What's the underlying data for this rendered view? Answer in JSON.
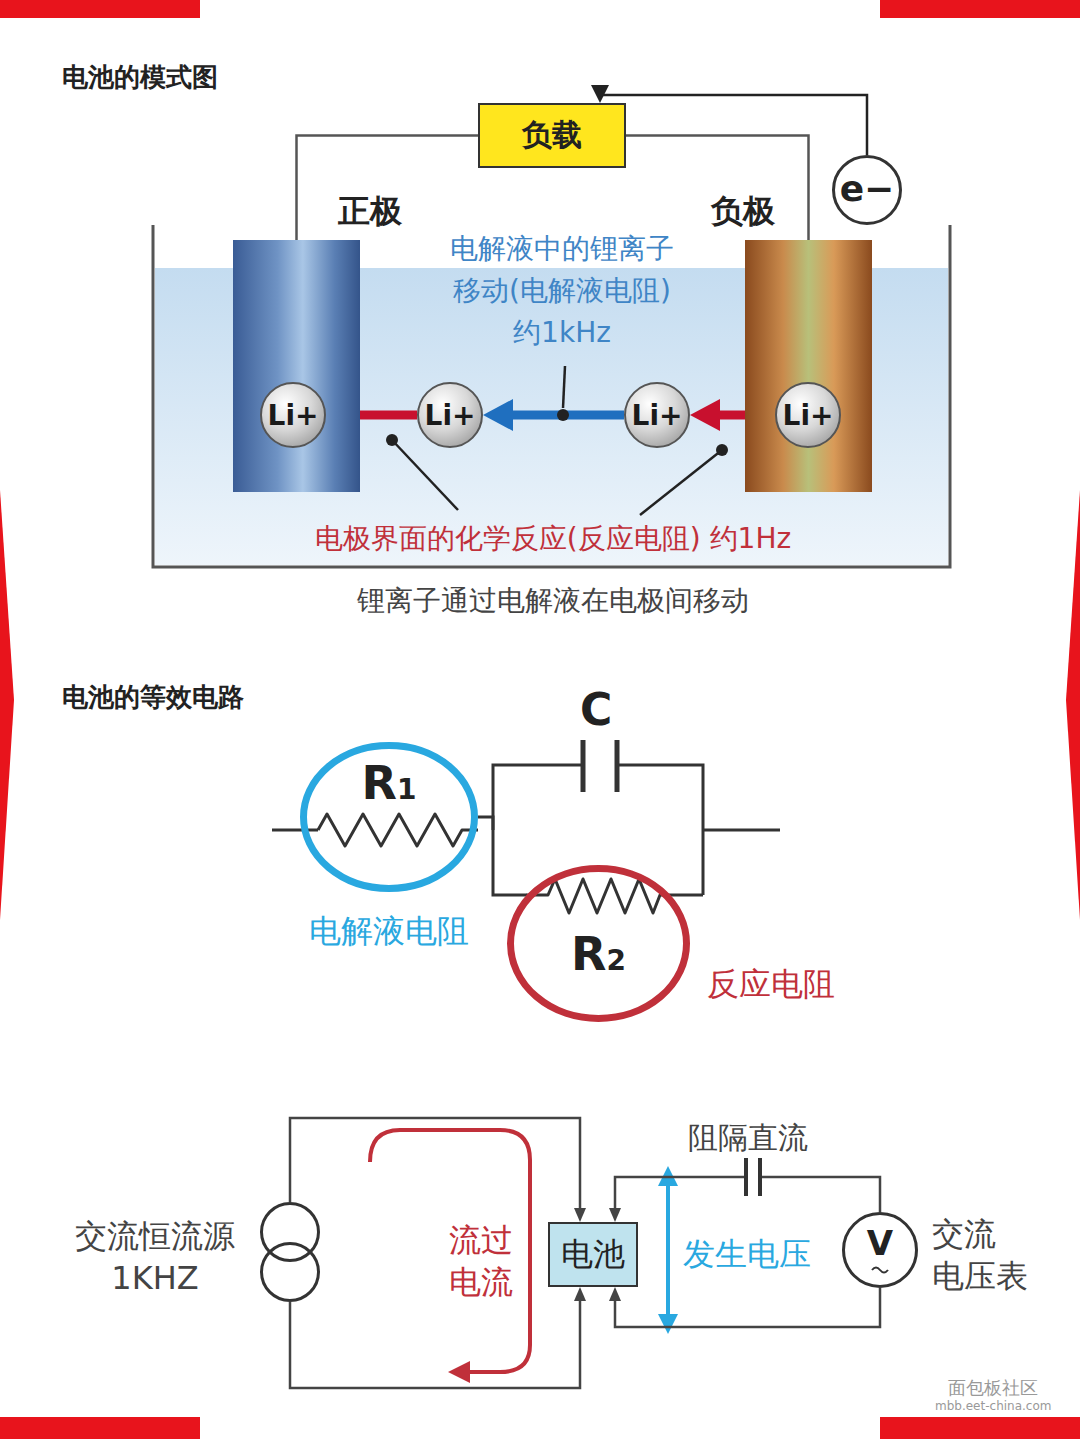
{
  "diagram": {
    "title": "电池的模式图",
    "caption": "锂离子通过电解液在电极间移动",
    "nodes": [
      {
        "text": [
          "负载"
        ]
      },
      {
        "text": [
          "e−"
        ]
      },
      {
        "text": [
          "正极"
        ]
      },
      {
        "text": [
          "负极"
        ]
      },
      {
        "text": [
          "Li+"
        ]
      },
      {
        "text": [
          "Li+"
        ]
      },
      {
        "text": [
          "Li+"
        ]
      },
      {
        "text": [
          "Li+"
        ]
      },
      {
        "text": [
          "R1",
          "电解液电阻"
        ]
      },
      {
        "text": [
          "R2",
          "反应电阻"
        ]
      },
      {
        "text": [
          "交流恒流源 1KHZ"
        ]
      },
      {
        "text": [
          "电池"
        ]
      },
      {
        "text": [
          "V",
          "交流 电压表"
        ]
      }
    ],
    "edges": [
      {
        "from": 2,
        "to": 0,
        "arrow": "none"
      },
      {
        "from": 3,
        "to": 0,
        "arrow": "none"
      },
      {
        "from": 1,
        "to": 0,
        "arrow": "to"
      },
      {
        "from": 7,
        "to": 6,
        "arrow": "to"
      },
      {
        "from": 6,
        "to": 5,
        "arrow": "to"
      },
      {
        "from": 5,
        "to": 4,
        "arrow": "to"
      },
      {
        "from": 8,
        "to": 9,
        "arrow": "none"
      },
      {
        "from": 10,
        "to": 11,
        "arrow": "to"
      },
      {
        "from": 10,
        "to": 11,
        "arrow": "to"
      },
      {
        "from": 12,
        "to": 11,
        "arrow": "to"
      },
      {
        "from": 12,
        "to": 11,
        "arrow": "to"
      }
    ],
    "labels": [
      "电池的等效电路",
      "电解液中的锂离子 移动(电解液电阻) 约1kHz",
      "电极界面的化学反应(反应电阻) 约1Hz",
      "C",
      "阻隔直流",
      "流过 电流",
      "发生电压",
      "面包板社区",
      "mbb.eet-china.com"
    ]
  }
}
